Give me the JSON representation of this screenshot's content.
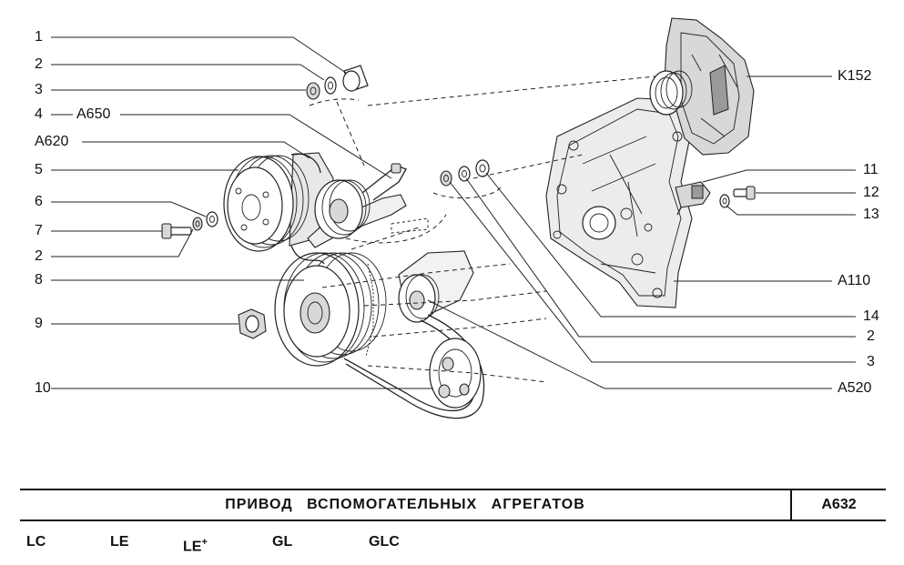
{
  "callouts": {
    "c1": "1",
    "c2a": "2",
    "c3a": "3",
    "c4": "4",
    "a650": "A650",
    "a620": "A620",
    "c5": "5",
    "c6": "6",
    "c7": "7",
    "c2b": "2",
    "c8": "8",
    "c9": "9",
    "c10": "10",
    "k152": "K152",
    "c11": "11",
    "c12": "12",
    "c13": "13",
    "a110": "A110",
    "c14": "14",
    "c2c": "2",
    "c3b": "3",
    "a520": "A520"
  },
  "title_block": {
    "title": "ПРИВОД ВСПОМОГАТЕЛЬНЫХ АГРЕГАТОВ",
    "code": "A632"
  },
  "trims": {
    "lc": "LC",
    "le": "LE",
    "le_plus_base": "LE",
    "le_plus_sign": "+",
    "gl": "GL",
    "glc": "GLC"
  }
}
